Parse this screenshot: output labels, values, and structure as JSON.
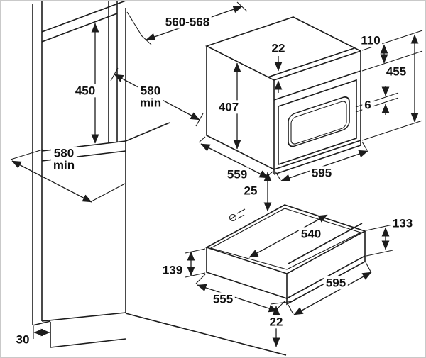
{
  "diagram": {
    "cabinet": {
      "niche_width": "560-568",
      "niche_height": "450",
      "depth_upper_value": "580",
      "depth_upper_unit": "min",
      "depth_lower_value": "580",
      "depth_lower_unit": "min",
      "plinth_depth": "30"
    },
    "oven": {
      "top_clearance": "22",
      "control_panel_height": "110",
      "height": "455",
      "interior_height": "407",
      "door_gap": "6",
      "depth": "559",
      "width": "595"
    },
    "drawer": {
      "clearance_above": "25",
      "interior_width": "540",
      "front_height": "133",
      "height": "139",
      "depth": "555",
      "width": "595",
      "bottom_clearance": "22"
    }
  }
}
